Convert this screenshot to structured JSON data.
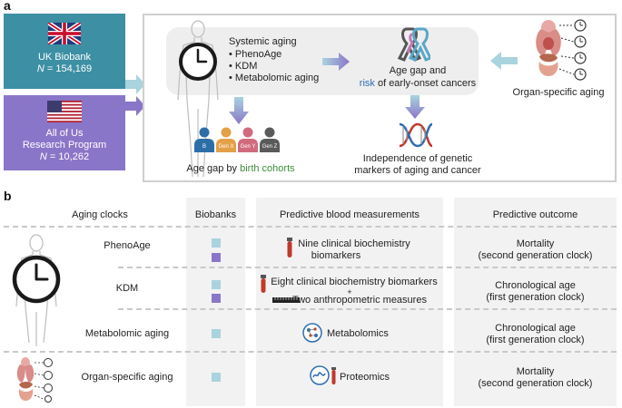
{
  "panel_a": {
    "label": "a",
    "uk_biobank": {
      "name": "UK Biobank",
      "n_label": "N",
      "n_value": " = 154,169",
      "color": "#3d8fa4"
    },
    "all_of_us": {
      "name_line1": "All of Us",
      "name_line2": "Research Program",
      "n_label": "N",
      "n_value": " = 10,262",
      "color": "#8a76c8"
    },
    "systemic": {
      "title": "Systemic aging",
      "items": [
        "PhenoAge",
        "KDM",
        "Metabolomic aging"
      ]
    },
    "age_gap": {
      "line1": "Age gap and",
      "line2_highlight": "risk",
      "line2_rest": " of early-onset cancers",
      "highlight_color": "#2f6db3"
    },
    "organ": {
      "label": "Organ-specific aging"
    },
    "cohorts": {
      "prefix": "Age gap by ",
      "highlight": "birth cohorts",
      "highlight_color": "#3e8f3a",
      "gens": [
        {
          "label": "B",
          "color": "#2d6ea8"
        },
        {
          "label": "Gen X",
          "color": "#e3a046"
        },
        {
          "label": "Gen Y",
          "color": "#d16a7d"
        },
        {
          "label": "Gen Z",
          "color": "#5a5a5a"
        }
      ]
    },
    "independence": {
      "line1": "Independence of genetic",
      "line2": "markers of aging and cancer"
    }
  },
  "panel_b": {
    "label": "b",
    "headers": {
      "clocks": "Aging clocks",
      "biobanks": "Biobanks",
      "measures": "Predictive blood measurements",
      "outcome": "Predictive outcome"
    },
    "rows": [
      {
        "clock": "PhenoAge",
        "uk": true,
        "aou": true,
        "measure_lines": [
          "Nine clinical biochemistry",
          "biomarkers"
        ],
        "outcome_lines": [
          "Mortality",
          "(second generation clock)"
        ]
      },
      {
        "clock": "KDM",
        "uk": true,
        "aou": true,
        "measure_line1": "Eight clinical biochemistry biomarkers",
        "measure_plus": "+",
        "measure_line2": "Two anthropometric measures",
        "outcome_lines": [
          "Chronological age",
          "(first generation clock)"
        ]
      },
      {
        "clock": "Metabolomic aging",
        "uk": true,
        "aou": false,
        "measure_single": "Metabolomics",
        "outcome_lines": [
          "Chronological age",
          "(first generation clock)"
        ]
      },
      {
        "clock": "Organ-specific aging",
        "uk": true,
        "aou": false,
        "measure_single": "Proteomics",
        "outcome_lines": [
          "Mortality",
          "(second generation clock)"
        ]
      }
    ],
    "colors": {
      "uk_square": "#a9d3de",
      "aou_square": "#8a76c8",
      "dash": "#c9c9c9",
      "column_bg": "#f2f2f2"
    }
  }
}
